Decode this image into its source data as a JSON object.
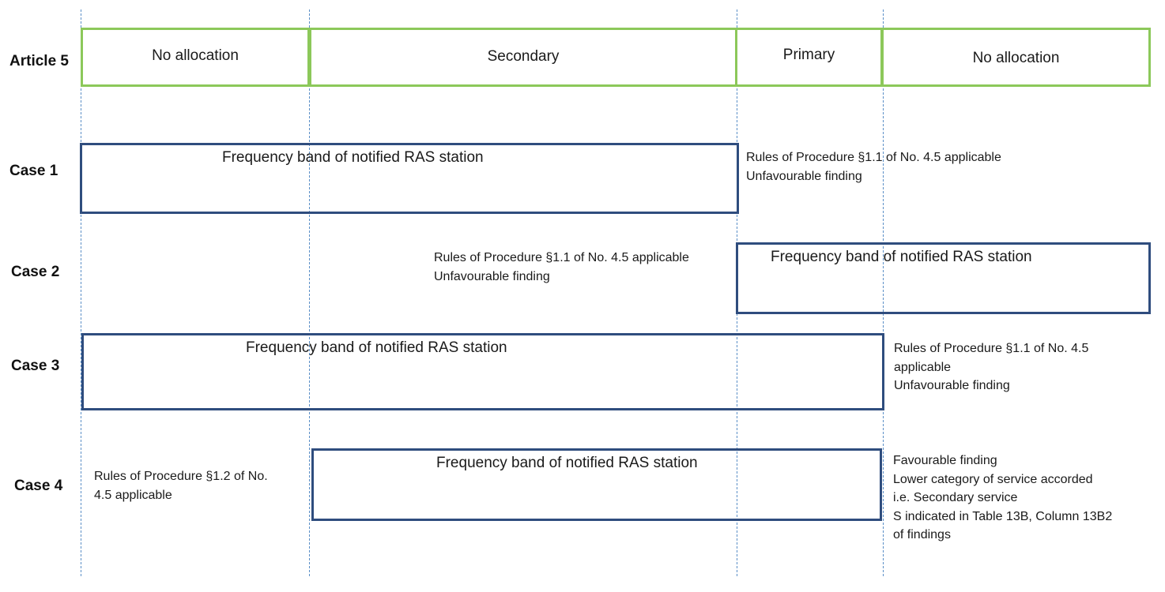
{
  "article5": {
    "label": "Article 5",
    "segments": [
      "No allocation",
      "Secondary",
      "Primary",
      "No allocation"
    ]
  },
  "cases": [
    {
      "label": "Case 1",
      "band_label": "Frequency band of notified RAS station",
      "note": [
        "Rules of Procedure §1.1 of No. 4.5 applicable",
        "Unfavourable finding"
      ]
    },
    {
      "label": "Case 2",
      "band_label": "Frequency band of notified RAS station",
      "note": [
        "Rules of Procedure §1.1 of No. 4.5 applicable",
        "Unfavourable finding"
      ]
    },
    {
      "label": "Case 3",
      "band_label": "Frequency band of notified RAS station",
      "note": [
        "Rules of Procedure §1.1 of No. 4.5",
        "applicable",
        "Unfavourable finding"
      ]
    },
    {
      "label": "Case 4",
      "band_label": "Frequency band of notified RAS station",
      "note_left": [
        "Rules of Procedure §1.2 of No.",
        "4.5 applicable"
      ],
      "note": [
        "Favourable finding",
        "Lower category of service accorded",
        "i.e. Secondary service",
        "S indicated in Table 13B, Column 13B2",
        "of findings"
      ]
    }
  ],
  "colors": {
    "allocation_border": "#8cc85a",
    "band_border": "#2f4d7e",
    "guide_line": "#5b8fc7"
  }
}
